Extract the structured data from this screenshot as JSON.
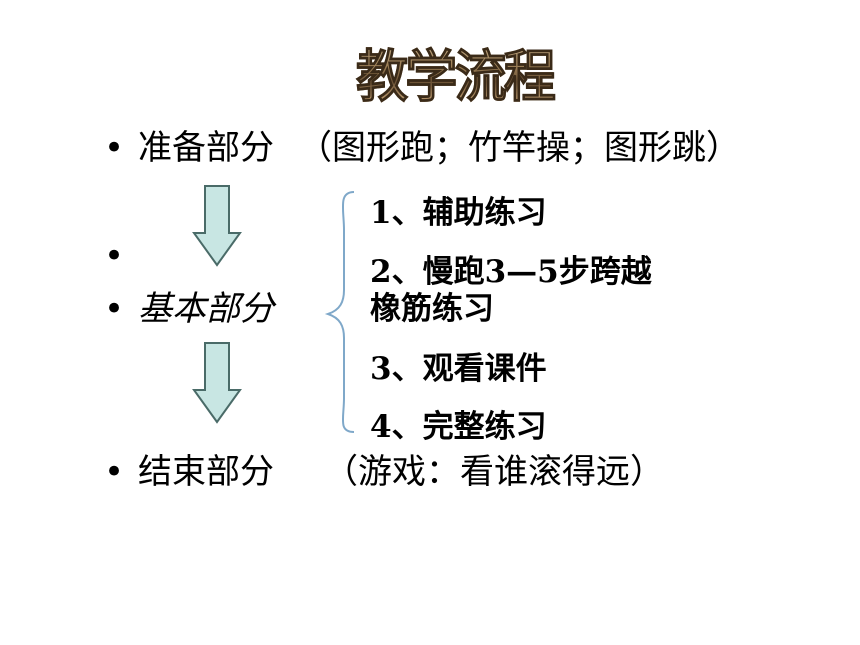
{
  "title": "教学流程",
  "sections": {
    "prep": {
      "label": "准备部分",
      "detail": "（图形跑；竹竿操；图形跳）"
    },
    "empty_bullet": "",
    "basic": {
      "label": "基本部分"
    },
    "end": {
      "label": "结束部分",
      "detail": "（游戏：看谁滚得远）"
    }
  },
  "bullet_glyph": "•",
  "steps": [
    "1、辅助练习",
    "2、慢跑3—5步跨越",
    "橡筋练习",
    "3、观看课件",
    "4、完整练习"
  ],
  "colors": {
    "arrow_fill": "#c8e6e3",
    "arrow_stroke": "#4a6b68",
    "brace": "#7fa8c9"
  }
}
